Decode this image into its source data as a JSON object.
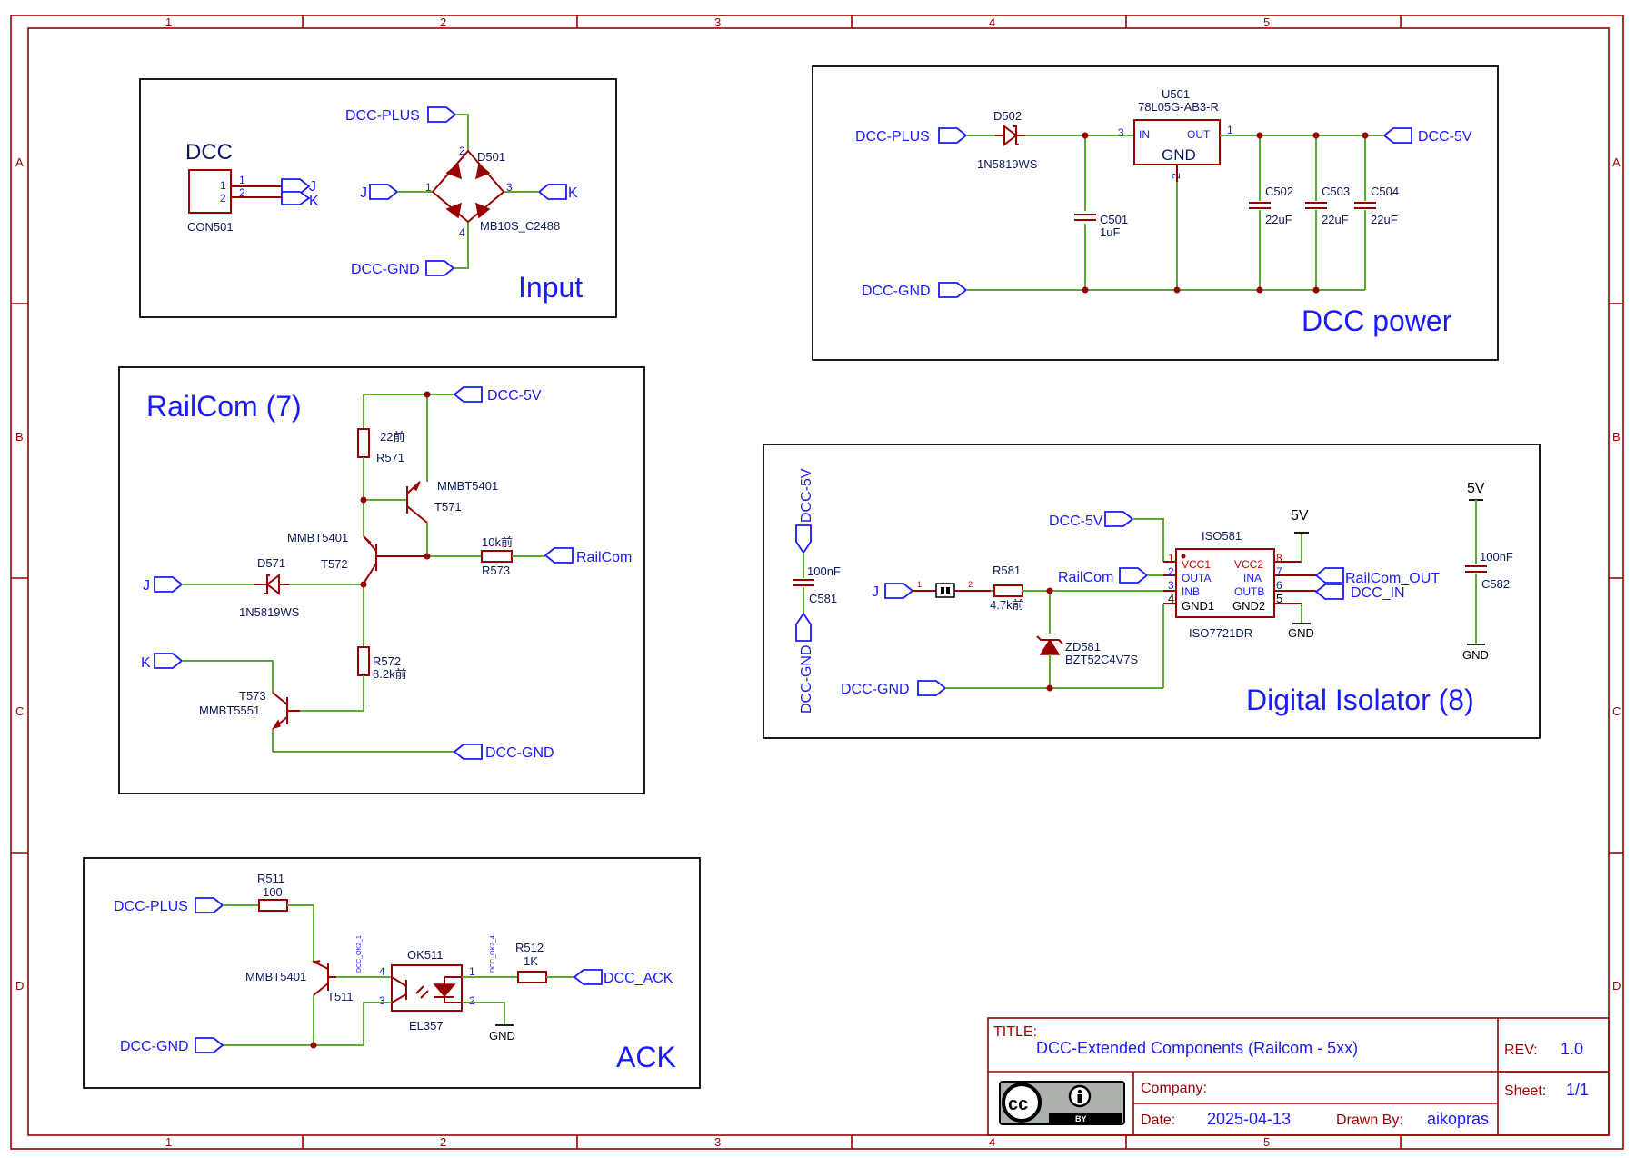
{
  "zones": {
    "cols": [
      "1",
      "2",
      "3",
      "4",
      "5"
    ],
    "rows": [
      "A",
      "B",
      "C",
      "D"
    ]
  },
  "sections": {
    "input": "Input",
    "dcc_power": "DCC power",
    "railcom": "RailCom (7)",
    "isolator": "Digital Isolator (8)",
    "ack": "ACK"
  },
  "input": {
    "connector_title": "DCC",
    "connector_ref": "CON501",
    "pin1": "1",
    "pin2": "2",
    "net_j": "J",
    "net_k": "K",
    "dcc_plus": "DCC-PLUS",
    "dcc_gnd": "DCC-GND",
    "bridge_ref": "D501",
    "bridge_part": "MB10S_C2488",
    "bp1": "1",
    "bp2": "2",
    "bp3": "3",
    "bp4": "4"
  },
  "power": {
    "dcc_plus": "DCC-PLUS",
    "dcc_gnd": "DCC-GND",
    "dcc_5v": "DCC-5V",
    "diode_ref": "D502",
    "diode_part": "1N5819WS",
    "reg_ref": "U501",
    "reg_part": "78L05G-AB3-R",
    "reg_in": "IN",
    "reg_out": "OUT",
    "reg_gnd": "GND",
    "p3": "3",
    "p1": "1",
    "p2": "2",
    "c501": "C501",
    "c501v": "1uF",
    "c502": "C502",
    "c502v": "22uF",
    "c503": "C503",
    "c503v": "22uF",
    "c504": "C504",
    "c504v": "22uF"
  },
  "railcom": {
    "dcc_5v": "DCC-5V",
    "r571v": "22前",
    "r571": "R571",
    "t571p": "MMBT5401",
    "t571": "T571",
    "t572p": "MMBT5401",
    "t572": "T572",
    "r573v": "10k前",
    "r573": "R573",
    "railcom": "RailCom",
    "net_j": "J",
    "d571": "D571",
    "d571p": "1N5819WS",
    "net_k": "K",
    "r572": "R572",
    "r572v": "8.2k前",
    "t573": "T573",
    "t573p": "MMBT5551",
    "dcc_gnd": "DCC-GND"
  },
  "isolator": {
    "dcc_5v_vert": "DCC-5V",
    "dcc_gnd_vert": "DCC-GND",
    "c581v": "100nF",
    "c581": "C581",
    "net_j": "J",
    "jp1": "1",
    "jp2": "2",
    "r581": "R581",
    "r581v": "4.7k前",
    "dcc_5v": "DCC-5V",
    "railcom": "RailCom",
    "dcc_gnd": "DCC-GND",
    "zd": "ZD581",
    "zdp": "BZT52C4V7S",
    "iso_ref": "ISO581",
    "iso_part": "ISO7721DR",
    "vcc1": "VCC1",
    "outa": "OUTA",
    "inb": "INB",
    "gnd1": "GND1",
    "vcc2": "VCC2",
    "ina": "INA",
    "outb": "OUTB",
    "gnd2": "GND2",
    "p1": "1",
    "p2": "2",
    "p3": "3",
    "p4": "4",
    "p8": "8",
    "p7": "7",
    "p6": "6",
    "p5": "5",
    "v5a": "5V",
    "gnda": "GND",
    "railcom_out": "RailCom_OUT",
    "dcc_in": "DCC_IN",
    "v5b": "5V",
    "c582v": "100nF",
    "c582": "C582",
    "gndb": "GND"
  },
  "ack": {
    "r511": "R511",
    "r511v": "100",
    "dcc_plus": "DCC-PLUS",
    "t511p": "MMBT5401",
    "t511": "T511",
    "net_ok1": "DCC_OK2_1",
    "net_ok4": "DCC_OK2_4",
    "ok": "OK511",
    "okp": "EL357",
    "p4": "4",
    "p3": "3",
    "p1": "1",
    "p2": "2",
    "r512": "R512",
    "r512v": "1K",
    "dcc_ack": "DCC_ACK",
    "dcc_gnd": "DCC-GND",
    "gnd": "GND"
  },
  "titleblock": {
    "title_label": "TITLE:",
    "title": "DCC-Extended Components (Railcom - 5xx)",
    "rev_label": "REV:",
    "rev": "1.0",
    "company_label": "Company:",
    "company": "",
    "sheet_label": "Sheet:",
    "sheet": "1/1",
    "date_label": "Date:",
    "date": "2025-04-13",
    "drawn_label": "Drawn By:",
    "drawn": "aikopras",
    "cc_label": "cc",
    "by_label": "BY"
  }
}
